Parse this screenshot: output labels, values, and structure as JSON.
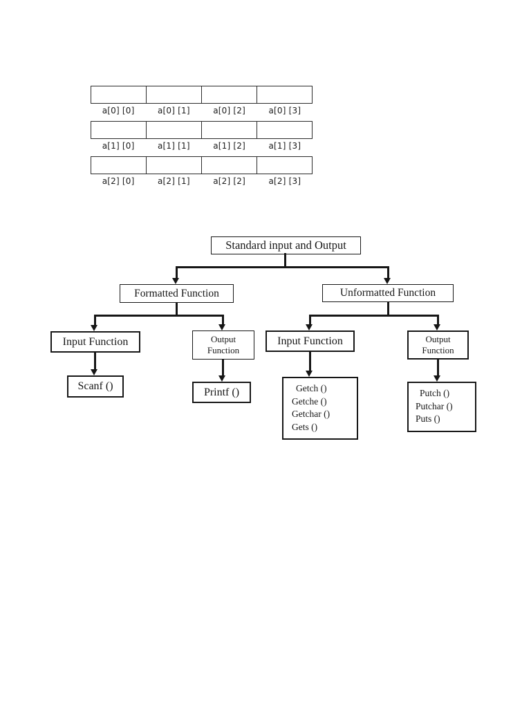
{
  "array_diagram": {
    "columns_per_row": 4,
    "rows": [
      {
        "labels": [
          "a[0] [0]",
          "a[0] [1]",
          "a[0] [2]",
          "a[0] [3]"
        ]
      },
      {
        "labels": [
          "a[1] [0]",
          "a[1] [1]",
          "a[1] [2]",
          "a[1] [3]"
        ]
      },
      {
        "labels": [
          "a[2] [0]",
          "a[2] [1]",
          "a[2] [2]",
          "a[2] [3]"
        ]
      }
    ]
  },
  "flowchart": {
    "root_label": "Standard input and Output",
    "level1": {
      "formatted": "Formatted Function",
      "unformatted": "Unformatted Function"
    },
    "level2": {
      "formatted_input": "Input Function",
      "formatted_output": "Output Function",
      "unformatted_input": "Input Function",
      "unformatted_output": "Output Function"
    },
    "leaves": {
      "scanf": "Scanf ()",
      "printf": "Printf ()",
      "getch_items": [
        "Getch ()",
        "Getche ()",
        "Getchar ()",
        "Gets ()"
      ],
      "putch_items": [
        "Putch ()",
        "Putchar ()",
        "Puts ()"
      ]
    },
    "line_color": "#161616"
  }
}
